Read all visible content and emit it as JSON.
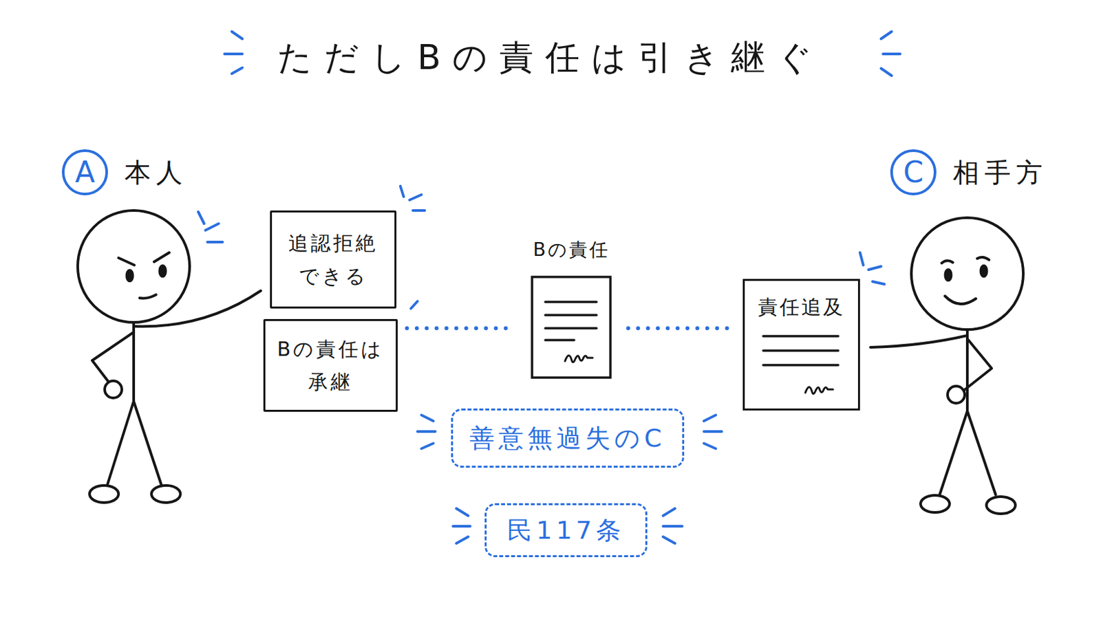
{
  "diagram": {
    "title": "ただしBの責任は引き継ぐ",
    "nodes": [
      {
        "text": [
          "A",
          "本人"
        ]
      },
      {
        "text": [
          "C",
          "相手方"
        ]
      },
      {
        "text": [
          "追認拒絶 できる"
        ]
      },
      {
        "text": [
          "Bの責任"
        ]
      },
      {
        "text": [
          "責任追及"
        ]
      },
      {
        "text": [
          "Bの責任は 承継"
        ]
      },
      {
        "text": [
          "善意無過失のC"
        ]
      },
      {
        "text": [
          "民117条"
        ]
      }
    ],
    "edges": [
      {
        "from": 5,
        "to": 3,
        "arrow": "none"
      },
      {
        "from": 3,
        "to": 4,
        "arrow": "none"
      }
    ]
  }
}
